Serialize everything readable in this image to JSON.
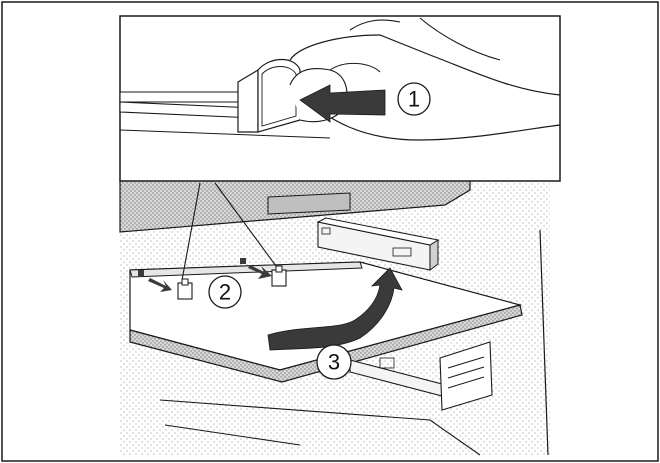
{
  "figure": {
    "steps": [
      {
        "label": "1",
        "description": ""
      },
      {
        "label": "2",
        "description": ""
      },
      {
        "label": "3",
        "description": ""
      }
    ],
    "colors": {
      "line": "#1a1a1a",
      "arrow_fill": "#3a3a3a",
      "stipple": "#9a9a9a",
      "background": "#ffffff"
    }
  }
}
